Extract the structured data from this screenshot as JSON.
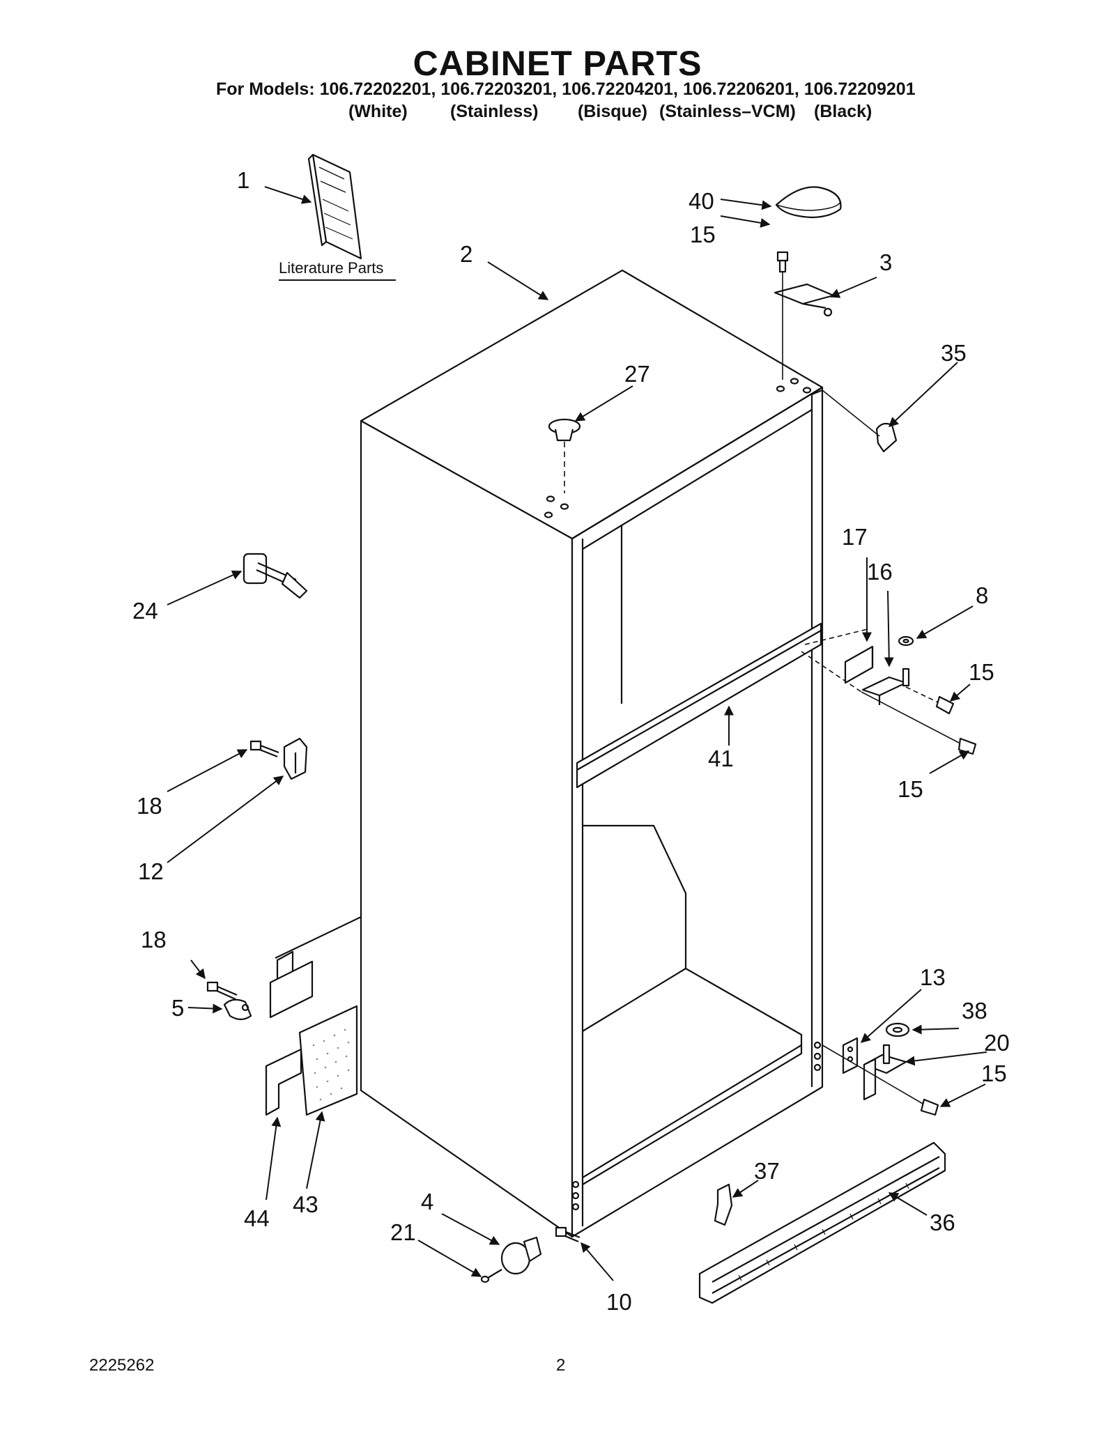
{
  "header": {
    "title": "CABINET PARTS",
    "models_line": "For Models: 106.72202201, 106.72203201, 106.72204201, 106.72206201, 106.72209201",
    "variants": [
      "(White)",
      "(Stainless)",
      "(Bisque)",
      "(Stainless–VCM)",
      "(Black)"
    ]
  },
  "literature": {
    "label": "Literature Parts"
  },
  "callouts": {
    "c1": "1",
    "c2": "2",
    "c3": "3",
    "c40": "40",
    "c15a": "15",
    "c35": "35",
    "c27": "27",
    "c24": "24",
    "c17": "17",
    "c16": "16",
    "c8": "8",
    "c15b": "15",
    "c41": "41",
    "c15c": "15",
    "c18a": "18",
    "c12": "12",
    "c18b": "18",
    "c5": "5",
    "c13": "13",
    "c38": "38",
    "c20": "20",
    "c15d": "15",
    "c37": "37",
    "c36": "36",
    "c44": "44",
    "c43": "43",
    "c4": "4",
    "c21": "21",
    "c10": "10"
  },
  "footer": {
    "doc_number": "2225262",
    "page_number": "2"
  }
}
